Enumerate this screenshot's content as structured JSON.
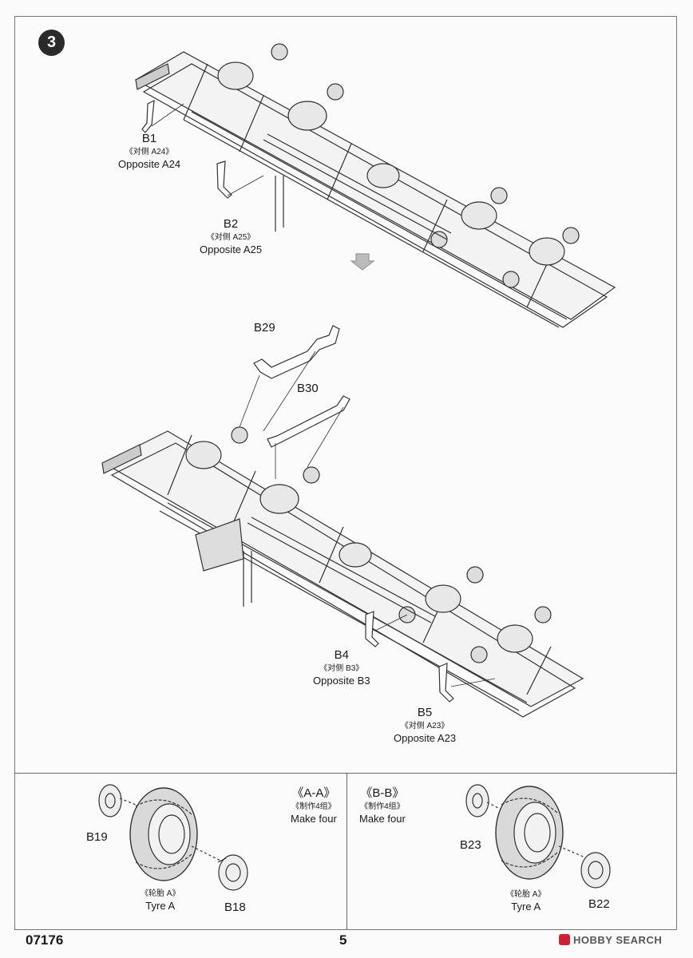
{
  "step": {
    "number": "3"
  },
  "upper": {
    "b1": {
      "code": "B1",
      "cn": "《对侧 A24》",
      "en": "Opposite A24"
    },
    "b2": {
      "code": "B2",
      "cn": "《对侧 A25》",
      "en": "Opposite A25"
    }
  },
  "lower": {
    "b29": {
      "code": "B29"
    },
    "b30": {
      "code": "B30"
    },
    "b4": {
      "code": "B4",
      "cn": "《对侧 B3》",
      "en": "Opposite B3"
    },
    "b5": {
      "code": "B5",
      "cn": "《对侧 A23》",
      "en": "Opposite A23"
    }
  },
  "sections": {
    "aa": {
      "title": "《A-A》",
      "cn": "《制作4组》",
      "en": "Make four",
      "hub": "B19",
      "rim": "B18",
      "tyre_cn": "《轮胎 A》",
      "tyre_en": "Tyre A"
    },
    "bb": {
      "title": "《B-B》",
      "cn": "《制作4组》",
      "en": "Make four",
      "hub": "B23",
      "rim": "B22",
      "tyre_cn": "《轮胎 A》",
      "tyre_en": "Tyre A"
    }
  },
  "footer": {
    "product_code": "07176",
    "page_number": "5",
    "watermark": "HOBBY SEARCH"
  }
}
